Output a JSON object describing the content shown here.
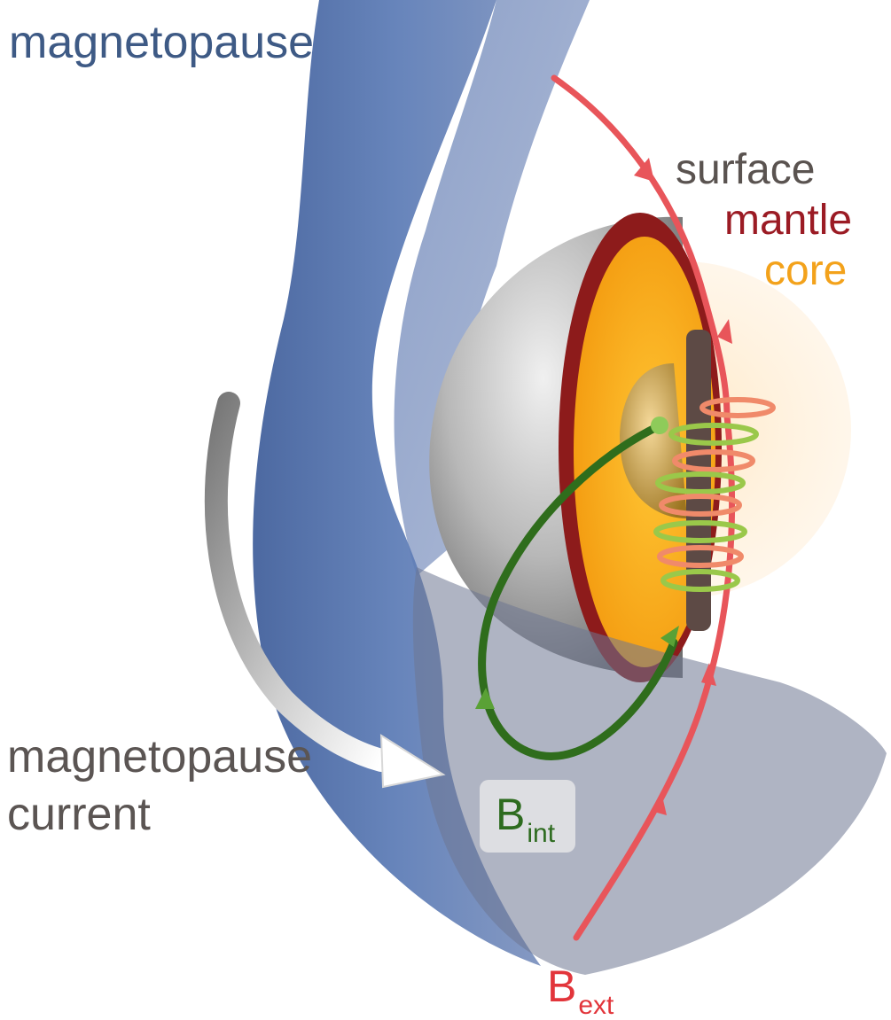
{
  "labels": {
    "magnetopause": "magnetopause",
    "surface": "surface",
    "mantle": "mantle",
    "core": "core",
    "magnetopause_current": "magnetopause\ncurrent",
    "b_int_main": "B",
    "b_int_sub": "int",
    "b_ext_main": "B",
    "b_ext_sub": "ext"
  },
  "colors": {
    "magnetopause_surface": "#4f6fa8",
    "surface_label": "#5a5350",
    "mantle": "#9b1b24",
    "core": "#f3a21b",
    "internal_field": "#3f8a2a",
    "external_field": "#e8555a",
    "current_arrow": "#c9c9c9"
  }
}
